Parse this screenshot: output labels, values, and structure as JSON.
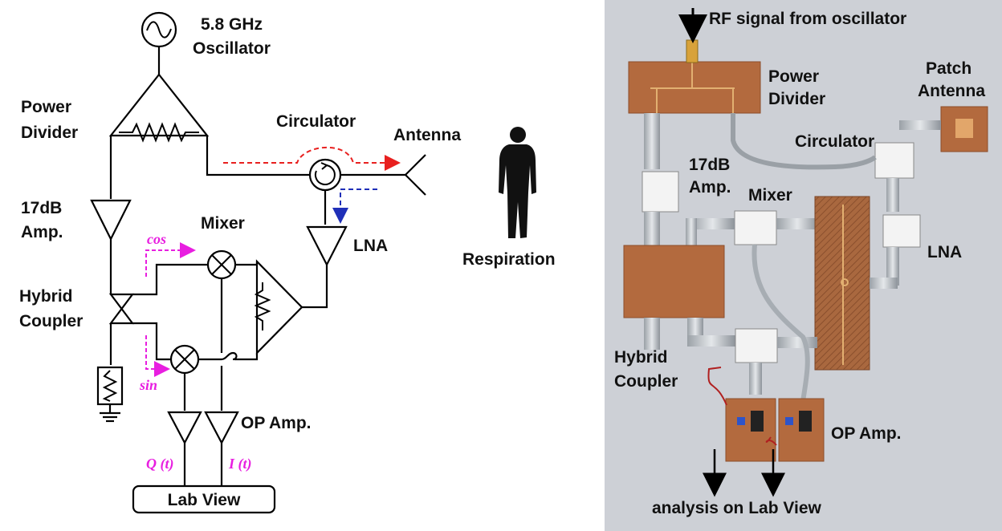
{
  "schematic": {
    "oscillator": "5.8 GHz\nOscillator",
    "power_divider": "Power\nDivider",
    "circulator": "Circulator",
    "antenna": "Antenna",
    "amp": "17dB\nAmp.",
    "mixer": "Mixer",
    "lna": "LNA",
    "respiration": "Respiration",
    "hybrid_coupler": "Hybrid\nCoupler",
    "cos": "cos",
    "sin": "sin",
    "op_amp": "OP Amp.",
    "q_signal": "Q (t)",
    "i_signal": "I (t)",
    "lab_view": "Lab View"
  },
  "photo": {
    "rf_signal": "RF signal from oscillator",
    "power_divider": "Power\nDivider",
    "patch_antenna": "Patch\nAntenna",
    "circulator": "Circulator",
    "amp": "17dB\nAmp.",
    "mixer": "Mixer",
    "lna": "LNA",
    "hybrid_coupler": "Hybrid\nCoupler",
    "op_amp": "OP Amp.",
    "analysis": "analysis on Lab View"
  },
  "colors": {
    "tx_path": "#e8201f",
    "rx_path": "#1f2fb8",
    "lo_path": "#e81ee0",
    "pcb": "#b36a3e",
    "board_bg": "#c9ccd2"
  }
}
